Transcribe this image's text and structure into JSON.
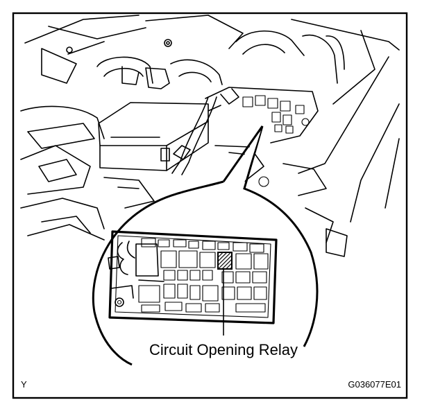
{
  "callout_label": "Circuit Opening Relay",
  "corner_mark": "Y",
  "figure_id": "G036077E01",
  "colors": {
    "ink": "#000000",
    "paper": "#ffffff"
  }
}
